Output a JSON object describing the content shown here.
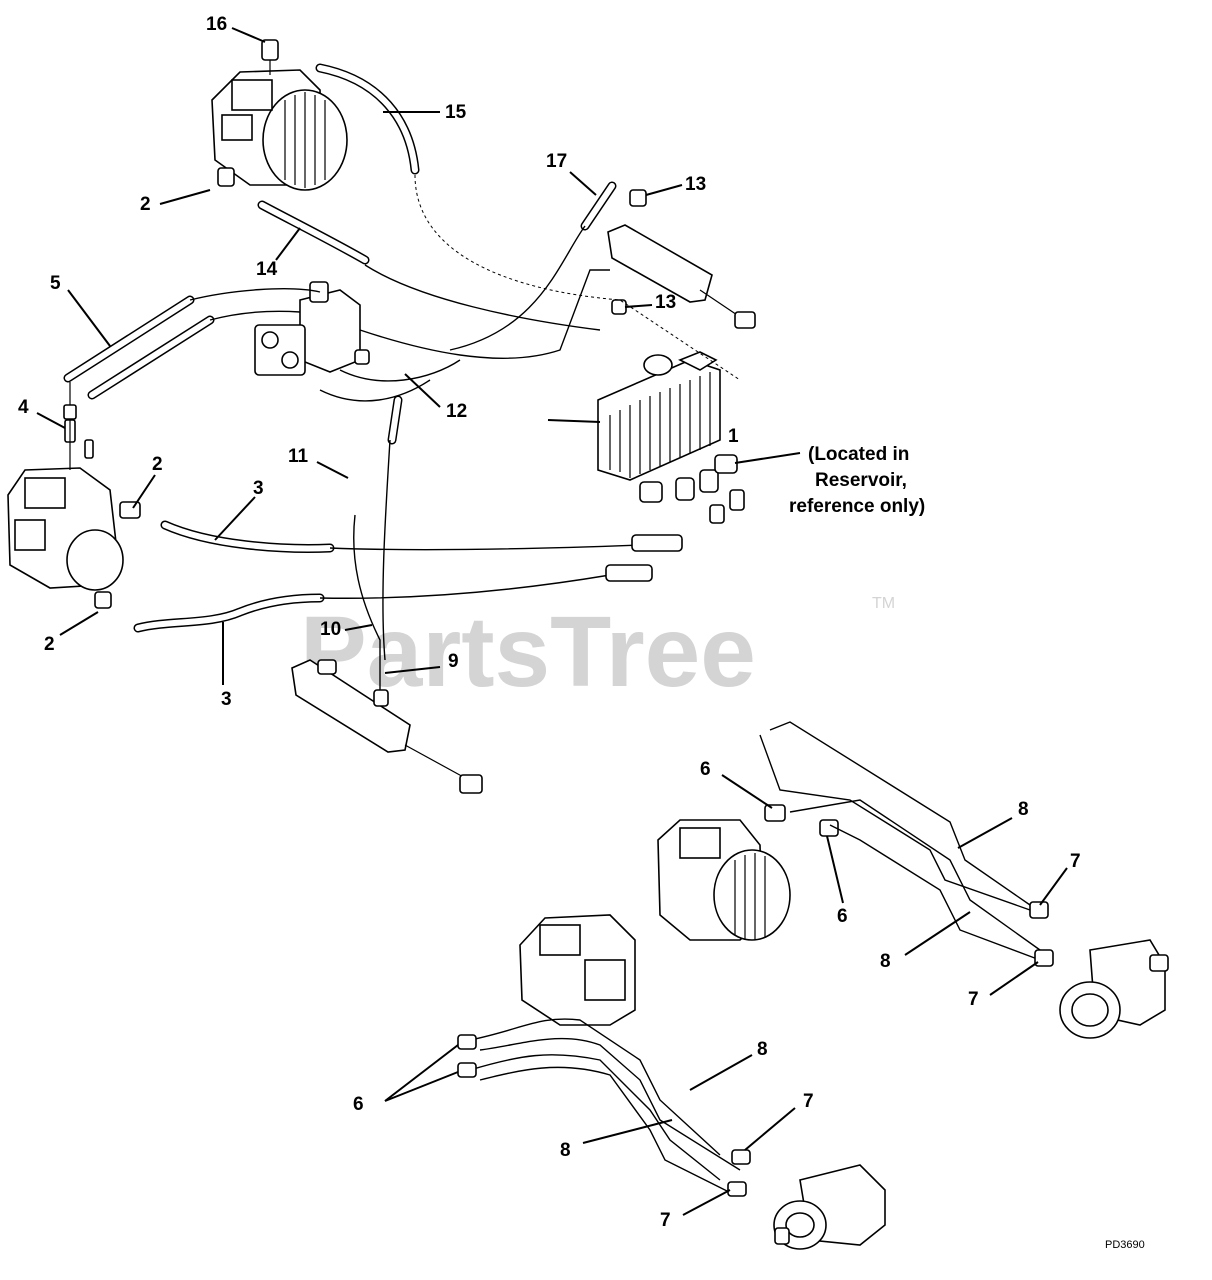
{
  "callouts": [
    "1",
    "2",
    "2",
    "2",
    "3",
    "3",
    "4",
    "5",
    "6",
    "6",
    "6",
    "7",
    "7",
    "7",
    "7",
    "8",
    "8",
    "8",
    "8",
    "9",
    "10",
    "11",
    "12",
    "13",
    "13",
    "14",
    "15",
    "16",
    "17"
  ],
  "note": {
    "line1": "(Located in",
    "line2": "Reservoir,",
    "line3": "reference only)"
  },
  "watermark": "PartsTree",
  "trademark": "TM",
  "drawing_code": "PD3690"
}
